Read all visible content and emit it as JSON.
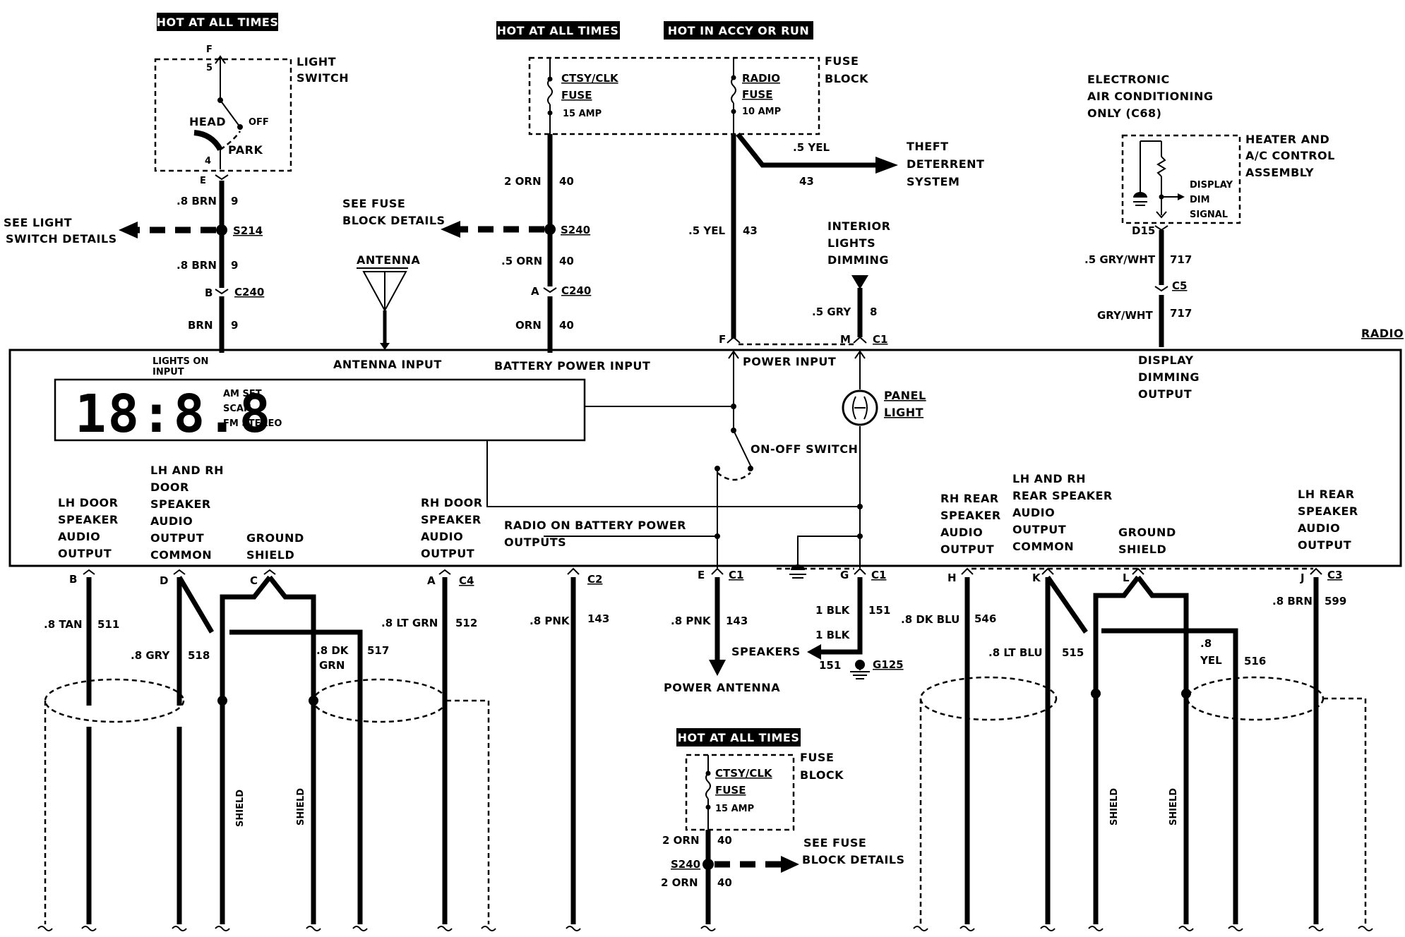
{
  "hot_labels": {
    "light_switch": "HOT AT ALL TIMES",
    "fuse_left": "HOT AT ALL TIMES",
    "fuse_right": "HOT IN ACCY OR RUN",
    "bottom_fuse": "HOT AT ALL TIMES"
  },
  "light_switch": {
    "title_l1": "LIGHT",
    "title_l2": "SWITCH",
    "term_f": "F",
    "pin_5": "5",
    "head": "HEAD",
    "off": "OFF",
    "park": "PARK",
    "pin_4": "4",
    "term_e": "E"
  },
  "left_feed": {
    "w1": ".8 BRN",
    "c1": "9",
    "s214": "S214",
    "see_l1": "SEE LIGHT",
    "see_l2": "SWITCH DETAILS",
    "w2": ".8 BRN",
    "c2": "9",
    "term_b": "B",
    "c240": "C240",
    "w3": "BRN",
    "c3": "9"
  },
  "fuse_block": {
    "title_l1": "FUSE",
    "title_l2": "BLOCK",
    "f1_l1": "CTSY/CLK",
    "f1_l2": "FUSE",
    "f1_l3": "15 AMP",
    "f2_l1": "RADIO",
    "f2_l2": "FUSE",
    "f2_l3": "10 AMP"
  },
  "orn_feed": {
    "w1": "2 ORN",
    "c1": "40",
    "s240": "S240",
    "see_l1": "SEE FUSE",
    "see_l2": "BLOCK DETAILS",
    "w2": ".5 ORN",
    "c2": "40",
    "term_a": "A",
    "c240": "C240",
    "w3": "ORN",
    "c3": "40"
  },
  "antenna": {
    "label": "ANTENNA"
  },
  "theft": {
    "wire": ".5 YEL",
    "circuit": "43",
    "l1": "THEFT",
    "l2": "DETERRENT",
    "l3": "SYSTEM"
  },
  "yel_feed": {
    "wire": ".5 YEL",
    "circuit": "43"
  },
  "dimming": {
    "l1": "INTERIOR",
    "l2": "LIGHTS",
    "l3": "DIMMING",
    "wire": ".5 GRY",
    "circuit": "8"
  },
  "connectors_top": {
    "f": "F",
    "m": "M",
    "c1": "C1"
  },
  "eac": {
    "l1": "ELECTRONIC",
    "l2": "AIR CONDITIONING",
    "l3": "ONLY (C68)"
  },
  "heater": {
    "t1": "HEATER AND",
    "t2": "A/C CONTROL",
    "t3": "ASSEMBLY",
    "d1": "DISPLAY",
    "d2": "DIM",
    "d3": "SIGNAL",
    "d15": "D15",
    "w1": ".5 GRY/WHT",
    "c1": "717",
    "c5": "C5",
    "w2": "GRY/WHT",
    "c2": "717"
  },
  "radio": {
    "title": "RADIO",
    "lights_l1": "LIGHTS ON",
    "lights_l2": "INPUT",
    "antenna_input": "ANTENNA  INPUT",
    "battery_input": "BATTERY  POWER INPUT",
    "power_input": "POWER INPUT",
    "display_l1": "DISPLAY",
    "display_l2": "DIMMING",
    "display_l3": "OUTPUT",
    "clock": "18:8.8",
    "am": "AM SET",
    "scan": "SCAN",
    "fm": "FM STEREO",
    "panel_l1": "PANEL",
    "panel_l2": "LIGHT",
    "onoff": "ON-OFF SWITCH",
    "lh_door": [
      "LH DOOR",
      "SPEAKER",
      "AUDIO",
      "OUTPUT"
    ],
    "lhrh_common": [
      "LH AND RH",
      "DOOR",
      "SPEAKER",
      "AUDIO",
      "OUTPUT",
      "COMMON"
    ],
    "ground_shield": [
      "GROUND",
      "SHIELD"
    ],
    "rh_door": [
      "RH DOOR",
      "SPEAKER",
      "AUDIO",
      "OUTPUT"
    ],
    "batt_out_l1": "RADIO ON BATTERY POWER",
    "batt_out_l2": "OUTPUTS",
    "rh_rear": [
      "RH REAR",
      "SPEAKER",
      "AUDIO",
      "OUTPUT"
    ],
    "rear_common": [
      "LH AND RH",
      "REAR SPEAKER",
      "AUDIO",
      "OUTPUT",
      "COMMON"
    ],
    "ground_shield_r": [
      "GROUND",
      "SHIELD"
    ],
    "lh_rear": [
      "LH REAR",
      "SPEAKER",
      "AUDIO",
      "OUTPUT"
    ]
  },
  "bottom_left": {
    "b": "B",
    "d": "D",
    "c": "C",
    "a": "A",
    "c4": "C4",
    "w_tan": ".8 TAN",
    "n_tan": "511",
    "w_gry": ".8 GRY",
    "n_gry": "518",
    "w_dkgrn_l1": ".8 DK",
    "w_dkgrn_l2": "GRN",
    "n_dkgrn": "517",
    "w_ltgrn": ".8 LT GRN",
    "n_ltgrn": "512",
    "shield1": "SHIELD",
    "shield2": "SHIELD"
  },
  "bottom_mid": {
    "c2": "C2",
    "w_pnk": ".8 PNK",
    "n_pnk": "143",
    "e": "E",
    "c1": "C1",
    "w_pnk2": ".8 PNK",
    "n_pnk2": "143",
    "power_antenna": "POWER  ANTENNA",
    "g": "G",
    "c1b": "C1",
    "blk1": "1 BLK",
    "n_blk1": "151",
    "speakers": "SPEAKERS",
    "blk2": "1 BLK",
    "n_blk2": "151",
    "g125": "G125"
  },
  "bottom_fuse": {
    "f_l1": "CTSY/CLK",
    "f_l2": "FUSE",
    "f_l3": "15 AMP",
    "title_l1": "FUSE",
    "title_l2": "BLOCK",
    "w1": "2 ORN",
    "c1": "40",
    "s240": "S240",
    "w2": "2 ORN",
    "c2": "40",
    "see_l1": "SEE FUSE",
    "see_l2": "BLOCK DETAILS"
  },
  "bottom_right": {
    "h": "H",
    "k": "K",
    "l": "L",
    "j": "J",
    "c3": "C3",
    "w_dkblu": ".8 DK BLU",
    "n_dkblu": "546",
    "w_ltblu": ".8 LT BLU",
    "n_ltblu": "515",
    "w_yel_l1": ".8",
    "w_yel_l2": "YEL",
    "n_yel": "516",
    "w_brn": ".8 BRN",
    "n_brn": "599",
    "shield1": "SHIELD",
    "shield2": "SHIELD"
  }
}
